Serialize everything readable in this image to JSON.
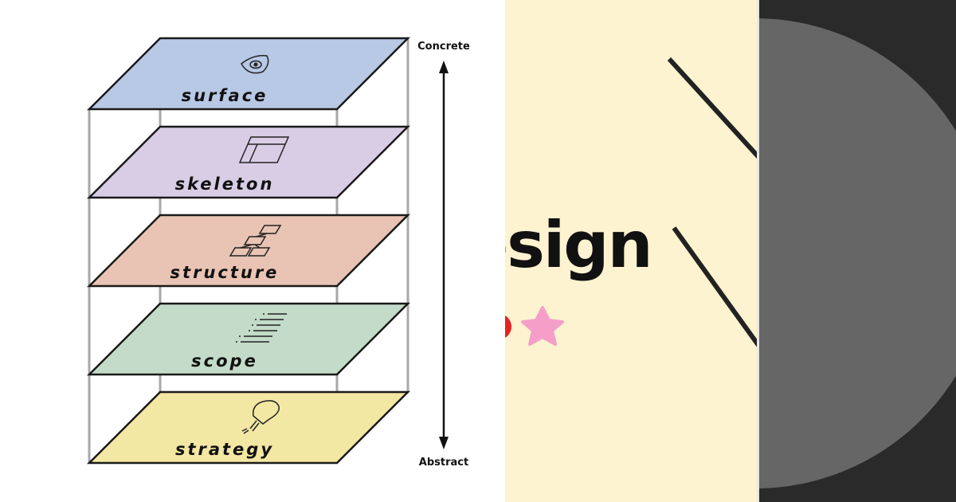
{
  "diagram": {
    "layers": [
      {
        "label": "surface",
        "fill": "#b8c9e6",
        "icon": "eye-icon"
      },
      {
        "label": "skeleton",
        "fill": "#d9cde6",
        "icon": "wireframe-icon"
      },
      {
        "label": "structure",
        "fill": "#e9c4b4",
        "icon": "sitemap-icon"
      },
      {
        "label": "scope",
        "fill": "#c3dbc8",
        "icon": "list-icon"
      },
      {
        "label": "strategy",
        "fill": "#f3e7a4",
        "icon": "lightbulb-icon"
      }
    ],
    "axis": {
      "top_label": "Concrete",
      "bottom_label": "Abstract"
    }
  },
  "banner": {
    "title_fragment": "esign",
    "background": "#fdf3d0",
    "title_color": "#111111",
    "star_color": "#f59fc8",
    "dot_color": "#e52222",
    "line_color": "#222222"
  },
  "right_panel": {
    "background": "#2a2a2a",
    "circle_color": "#666666"
  }
}
